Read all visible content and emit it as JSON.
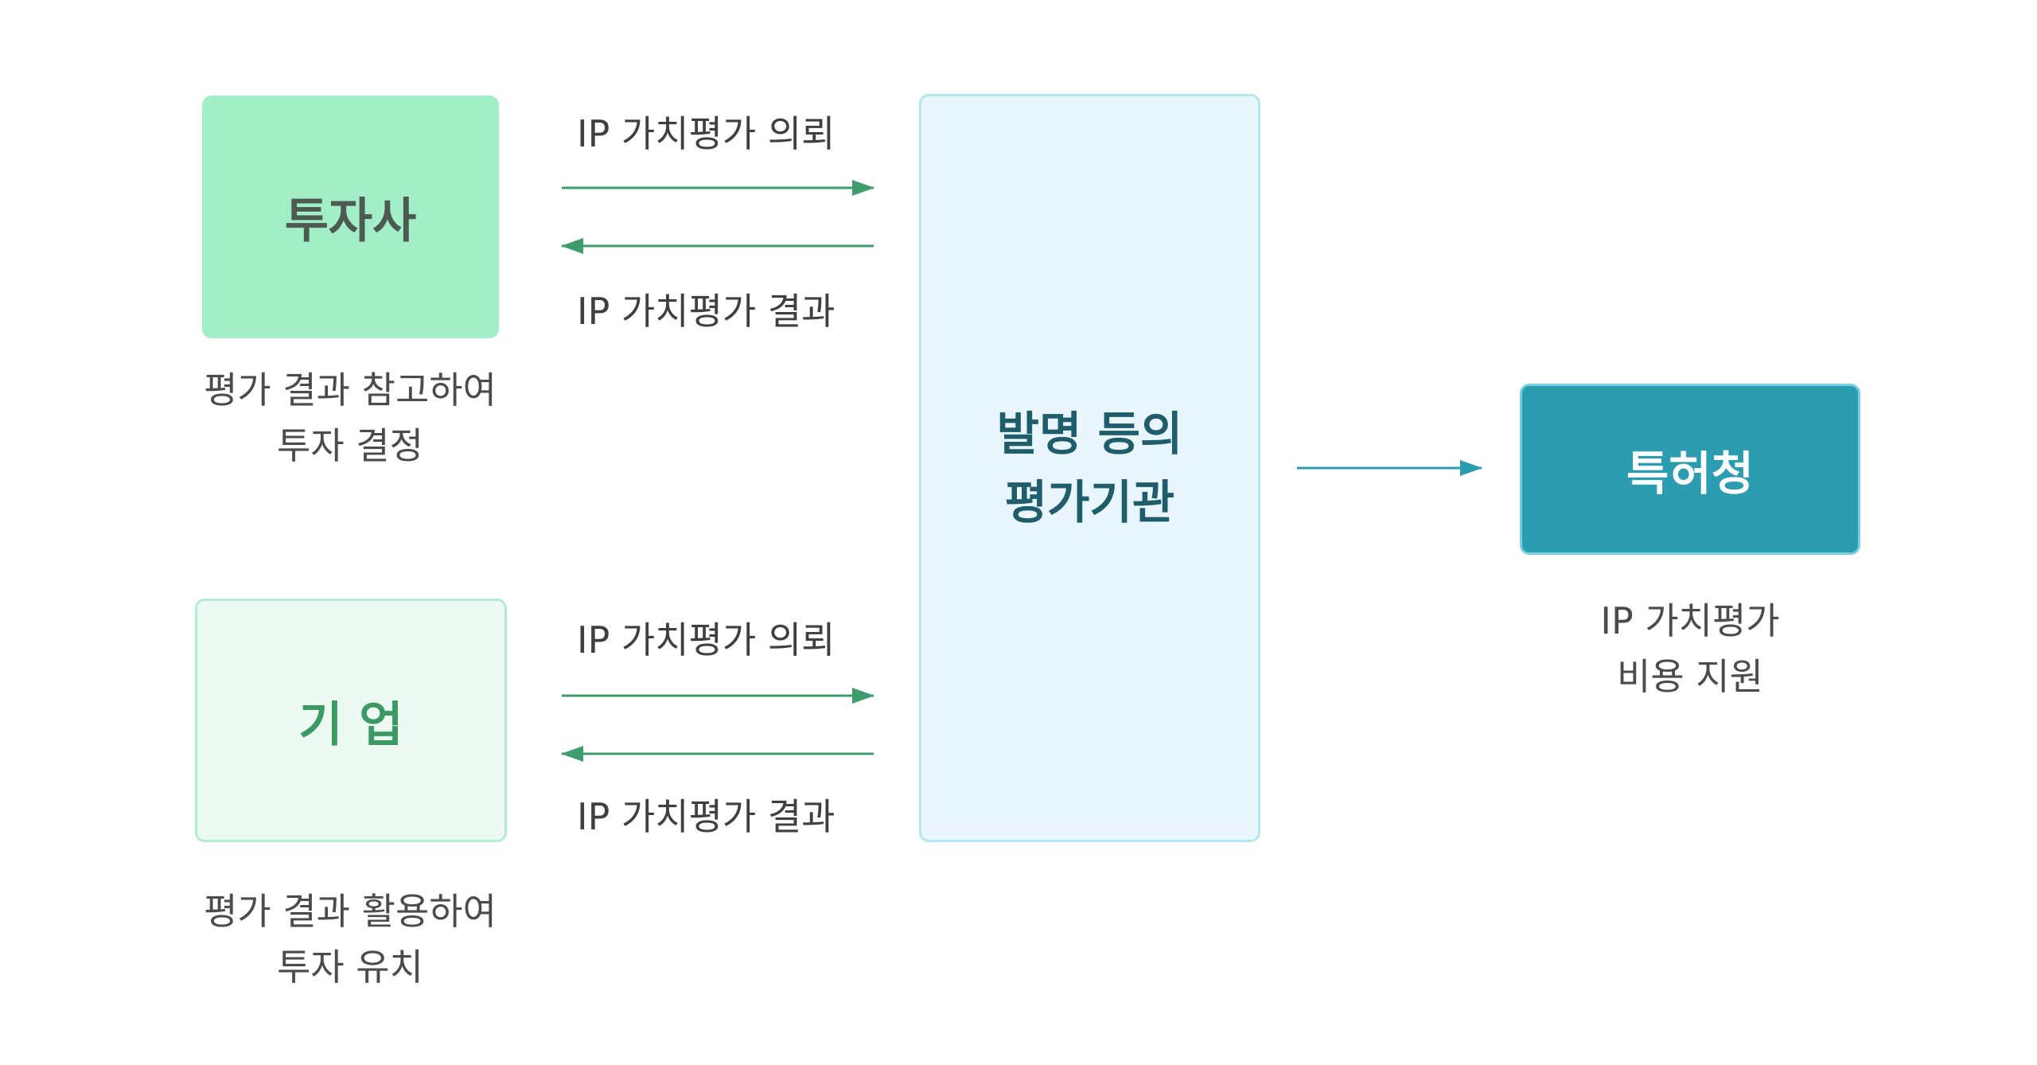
{
  "nodes": {
    "investor": "투자사",
    "company": "기 업",
    "evaluator": "발명 등의\n평가기관",
    "kipo": "특허청"
  },
  "captions": {
    "investor": "평가 결과 참고하여\n투자 결정",
    "company": "평가 결과 활용하여\n투자 유치",
    "kipo": "IP 가치평가\n비용 지원"
  },
  "edges": {
    "investor_request": "IP 가치평가 의뢰",
    "investor_result": "IP 가치평가 결과",
    "company_request": "IP 가치평가 의뢰",
    "company_result": "IP 가치평가 결과"
  },
  "colors": {
    "investor_fill": "#a2eec6",
    "company_fill": "#edfaf3",
    "evaluator_fill": "#e9f6fd",
    "kipo_fill": "#2c9cb0",
    "green_arrow": "#3e9d6c",
    "teal_arrow": "#2c9cb0"
  }
}
